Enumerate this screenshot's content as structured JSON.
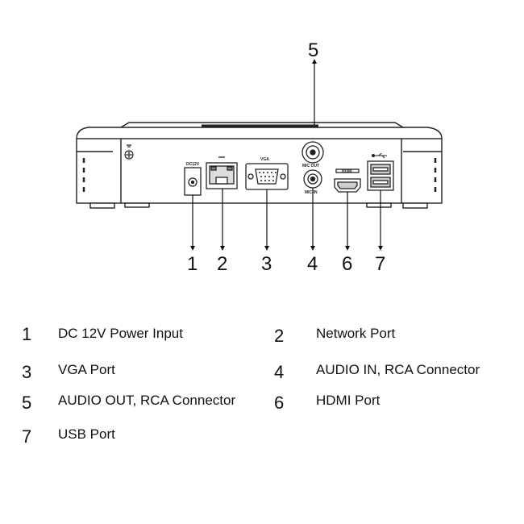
{
  "panel_labels": {
    "dc_label": "DC12V",
    "vga_label": "VGA",
    "mic_out": "MIC OUT",
    "mic_in": "MIC IN",
    "hdmi_label": "HDMI"
  },
  "callouts": {
    "top": "5",
    "bottom": [
      "1",
      "2",
      "3",
      "4",
      "6",
      "7"
    ]
  },
  "legend": [
    {
      "num": "1",
      "text": "DC 12V Power Input"
    },
    {
      "num": "2",
      "text": "Network Port"
    },
    {
      "num": "3",
      "text": "VGA Port"
    },
    {
      "num": "4",
      "text": "AUDIO IN, RCA Connector"
    },
    {
      "num": "5",
      "text": "AUDIO OUT, RCA Connector"
    },
    {
      "num": "6",
      "text": "HDMI Port"
    },
    {
      "num": "7",
      "text": "USB Port"
    }
  ]
}
